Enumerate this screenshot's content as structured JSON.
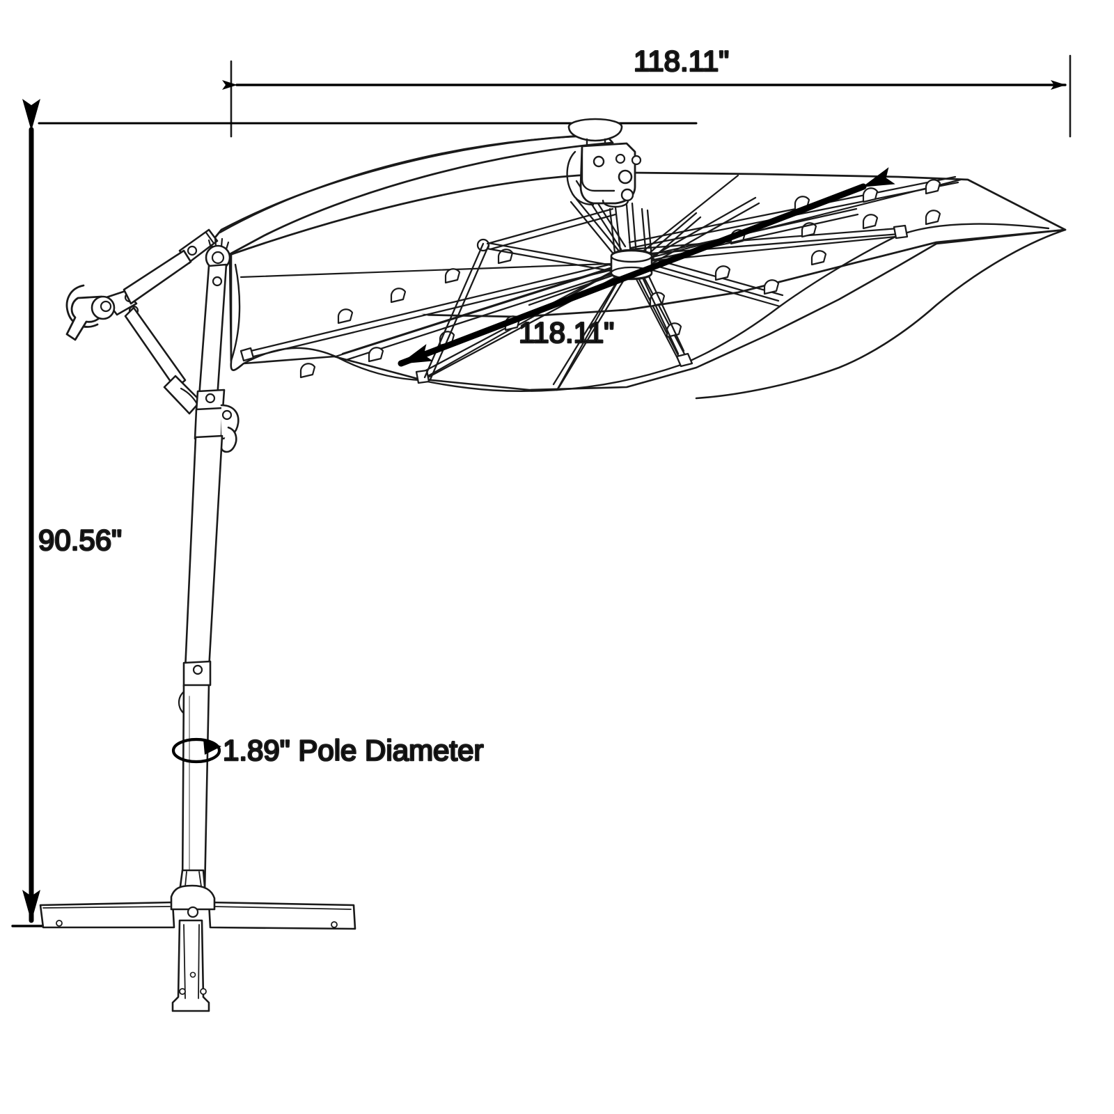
{
  "drawing": {
    "title": "Cantilever Offset Patio Umbrella with LED Lights - Dimensioned Line Drawing",
    "line_color": "#1a1a1a",
    "fill_color": "#ffffff",
    "background": "#ffffff"
  },
  "dimensions": {
    "canopy_width": {
      "value": "118.11\"",
      "name": "canopy-width-dimension",
      "orientation": "horizontal-top"
    },
    "canopy_span_diagonal": {
      "value": "118.11\"",
      "name": "canopy-diagonal-dimension",
      "orientation": "diagonal"
    },
    "overall_height": {
      "value": "90.56\"",
      "name": "overall-height-dimension",
      "orientation": "vertical-left"
    },
    "pole_diameter": {
      "value": "1.89\" Pole Diameter",
      "name": "pole-diameter-dimension",
      "orientation": "rotation-annotation"
    }
  },
  "parts": {
    "canopy": "octagonal-canopy",
    "finial": "top-finial-cap",
    "hub_bracket": "canopy-tilt-bracket",
    "cross_arm": "curved-cantilever-arm",
    "crank": "crank-handle",
    "brace": "diagonal-support-brace",
    "upper_lock": "upper-lever-lock",
    "pole": "support-pole",
    "pole_joint": "pole-collar-joint",
    "base": "cross-base",
    "ribs": "canopy-ribs",
    "leds": "led-lights",
    "struts": "support-struts",
    "center_hub": "center-hub"
  }
}
